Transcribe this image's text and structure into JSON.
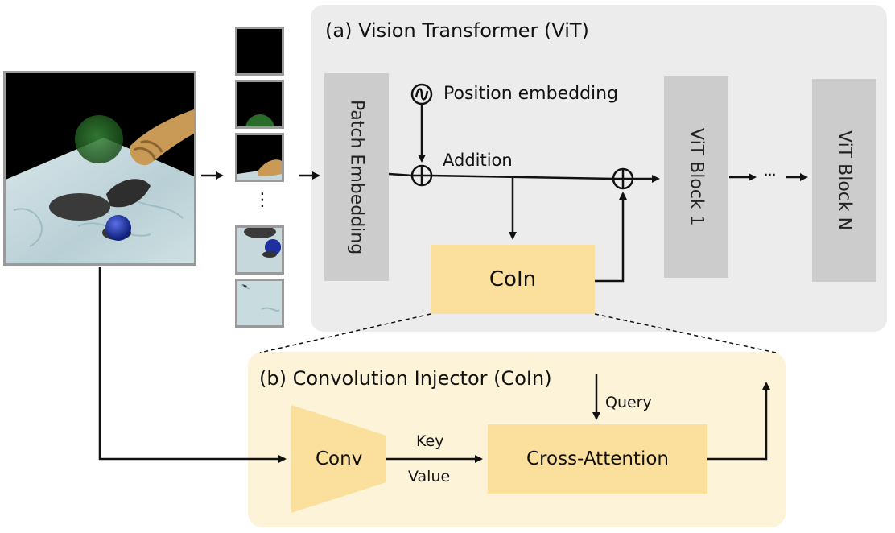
{
  "title_vit": "(a) Vision Transformer (ViT)",
  "title_coin": "(b) Convolution Injector (CoIn)",
  "labels": {
    "patch_embedding": "Patch Embedding",
    "position_embedding": "Position embedding",
    "addition": "Addition",
    "coin": "CoIn",
    "vit_block_1": "ViT Block 1",
    "vit_block_n": "ViT Block N",
    "ellipsis_h": "···",
    "ellipsis_v": "⋮",
    "conv": "Conv",
    "cross_attention": "Cross-Attention",
    "query": "Query",
    "key": "Key",
    "value": "Value"
  },
  "colors": {
    "panel_vit": "#ececec",
    "panel_coin": "#fdf3d8",
    "block": "#cccccc",
    "coin_fill": "#fbdf9c",
    "line": "#111111"
  }
}
